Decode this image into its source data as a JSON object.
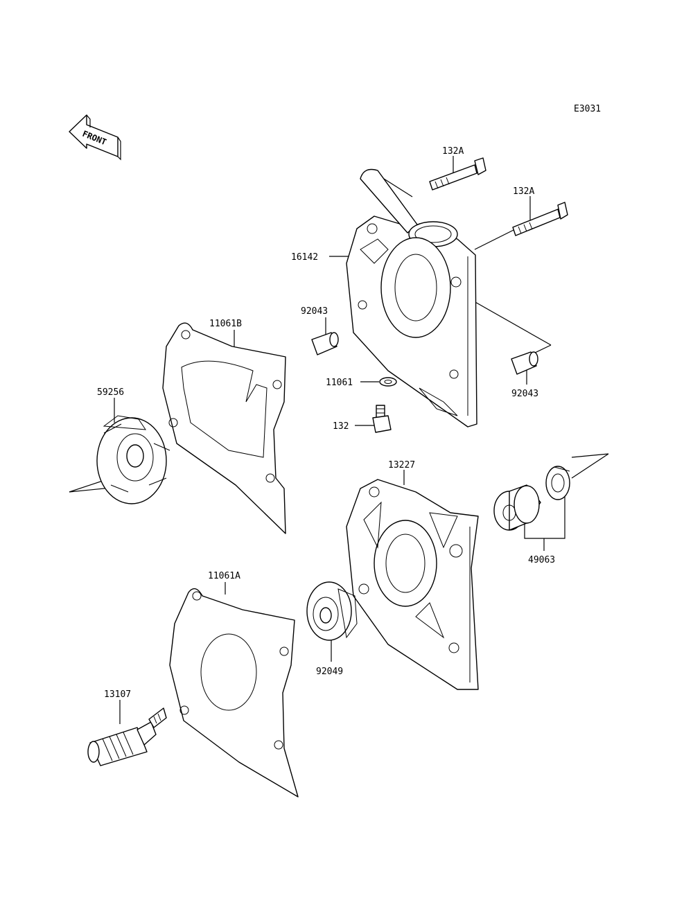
{
  "diagram_code": "E3031",
  "front_label": "FRONT",
  "parts": {
    "p132a_top": "132A",
    "p132a_right": "132A",
    "p16142": "16142",
    "p92043_left": "92043",
    "p92043_right": "92043",
    "p11061b": "11061B",
    "p11061": "11061",
    "p132": "132",
    "p59256": "59256",
    "p13227": "13227",
    "p49063": "49063",
    "p11061a": "11061A",
    "p92049": "92049",
    "p13107": "13107"
  }
}
